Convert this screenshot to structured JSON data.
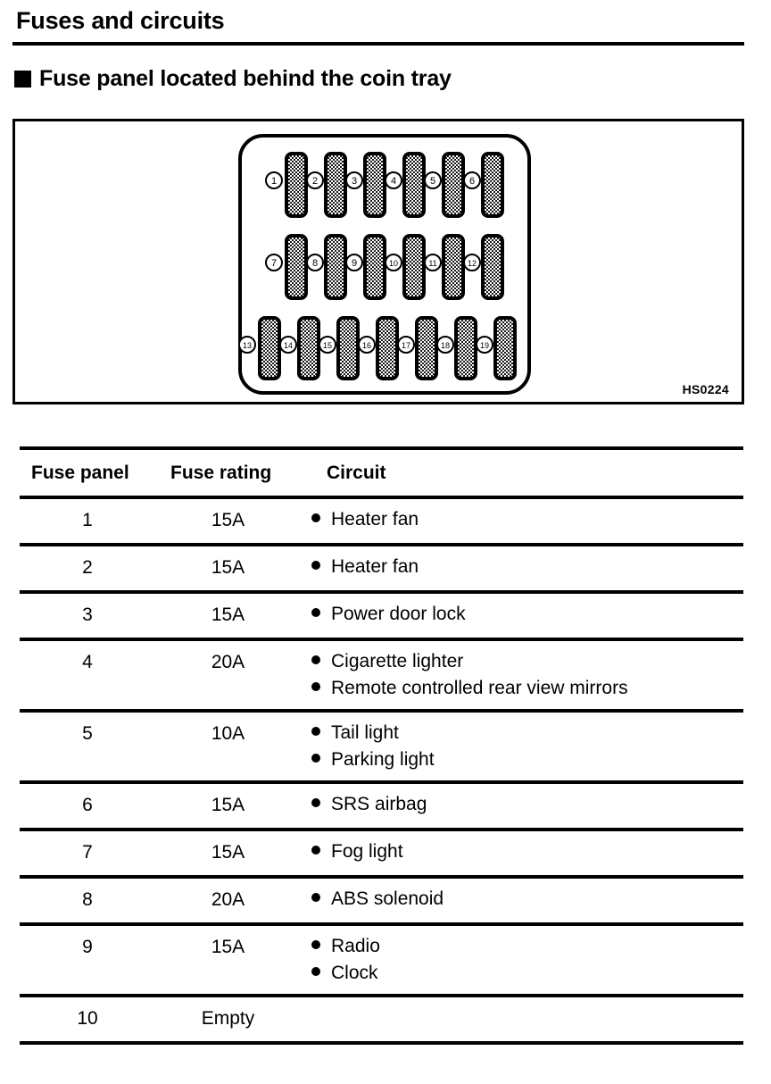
{
  "page": {
    "title": "Fuses and circuits",
    "section_heading": "Fuse panel located behind the coin tray",
    "section_marker_icon": "filled-square-bullet"
  },
  "figure": {
    "code": "HS0224",
    "caption_code_label": "HS0224",
    "panel": {
      "description": "Fuse panel with three rows of fuses",
      "rows": [
        {
          "row": 1,
          "fuse_count": 6,
          "numbers": [
            "1",
            "2",
            "3",
            "4",
            "5",
            "6"
          ]
        },
        {
          "row": 2,
          "fuse_count": 6,
          "numbers": [
            "7",
            "8",
            "9",
            "10",
            "11",
            "12"
          ]
        },
        {
          "row": 3,
          "fuse_count": 7,
          "numbers": [
            "13",
            "14",
            "15",
            "16",
            "17",
            "18",
            "19"
          ]
        }
      ]
    }
  },
  "table": {
    "headers": {
      "panel": "Fuse panel",
      "rating": "Fuse rating",
      "circuit": "Circuit"
    },
    "rows": [
      {
        "panel": "1",
        "rating": "15A",
        "circuits": [
          "Heater fan"
        ]
      },
      {
        "panel": "2",
        "rating": "15A",
        "circuits": [
          "Heater fan"
        ]
      },
      {
        "panel": "3",
        "rating": "15A",
        "circuits": [
          "Power door lock"
        ]
      },
      {
        "panel": "4",
        "rating": "20A",
        "circuits": [
          "Cigarette  lighter",
          "Remote controlled rear view mirrors"
        ]
      },
      {
        "panel": "5",
        "rating": "10A",
        "circuits": [
          "Tail light",
          "Parking light"
        ]
      },
      {
        "panel": "6",
        "rating": "15A",
        "circuits": [
          "SRS airbag"
        ]
      },
      {
        "panel": "7",
        "rating": "15A",
        "circuits": [
          "Fog light"
        ]
      },
      {
        "panel": "8",
        "rating": "20A",
        "circuits": [
          "ABS solenoid"
        ]
      },
      {
        "panel": "9",
        "rating": "15A",
        "circuits": [
          "Radio",
          "Clock"
        ]
      },
      {
        "panel": "10",
        "rating": "Empty",
        "circuits": []
      }
    ]
  },
  "colors": {
    "ink": "#000000",
    "paper": "#ffffff"
  }
}
